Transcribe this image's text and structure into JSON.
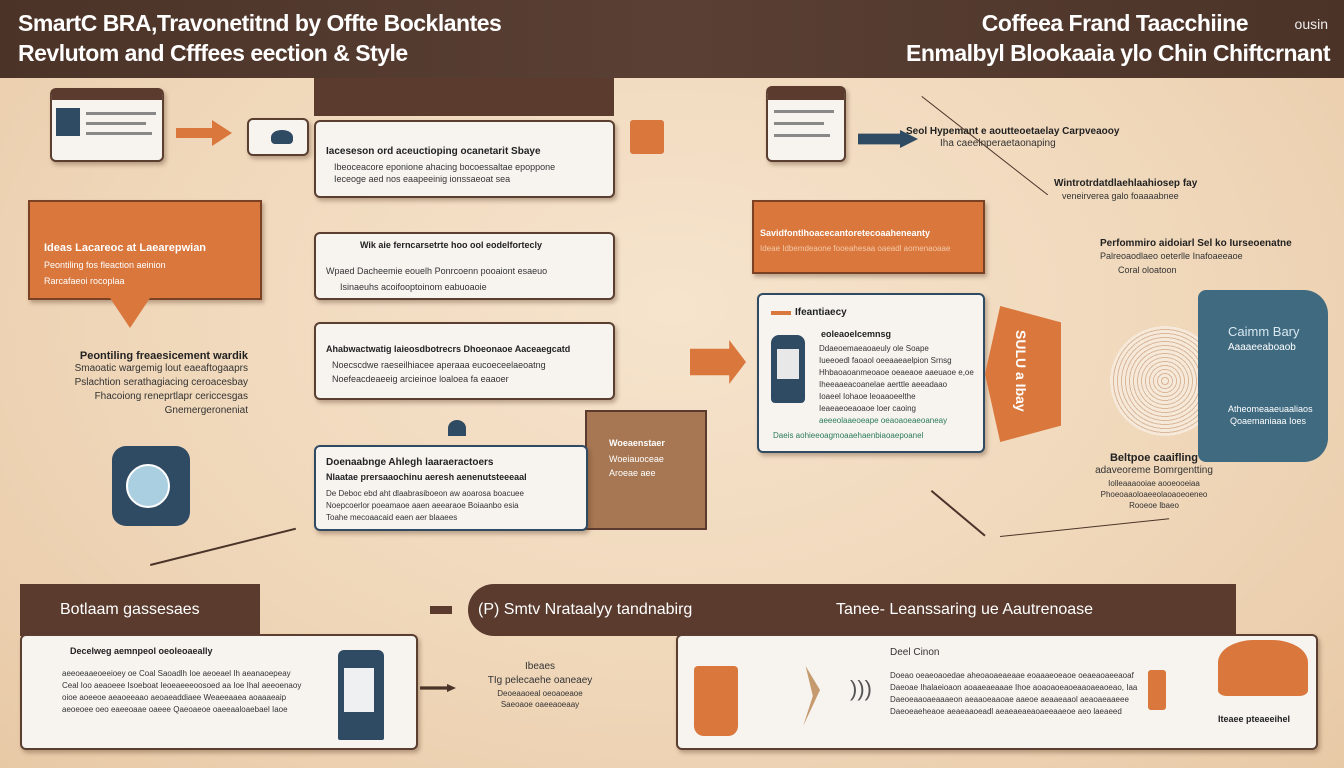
{
  "header": {
    "title_left_1": "SmartC BRA,Travonetitnd by  Offte Bocklantes",
    "title_left_2": "Revlutom and Cfffees eection & Style",
    "title_right_1": "Coffeea Frand Taacchiine",
    "title_right_1_small": "ousin",
    "title_right_2": "Enmalbyl Blookaaia ylo Chin Chiftcrnant"
  },
  "left": {
    "callout": {
      "title": "Ideas Lacareoc at Laearepwian",
      "lines": [
        "Peontiling  fos  fleaction aeinion",
        "Rarcafaeoi  rocoplaa"
      ]
    },
    "text_block": {
      "title": "Peontiling freaesicement wardik",
      "lines": [
        "Smaoatic wargemig lout eaeaftogaaprs",
        "Pslachtion serathagiacing ceroacesbay",
        "Fhacoiong reneprtlapr cericcesgas",
        "Gnemergeroneniat"
      ]
    }
  },
  "center": {
    "card1": {
      "title": "Iaceseson ord aceuctioping ocanetarit Sbaye",
      "lines": [
        "Ibeoceacore eponione ahacing bocoessaltae epoppone",
        "Ieceoge aed nos eaapeeinig ionssaeoat sea"
      ]
    },
    "card2": {
      "title": "Wik aie ferncarsetrte hoo ool eodelfortecly",
      "lines": [
        "Wpaed Dacheemie eouelh Ponrcoenn pooaiont esaeuo",
        "Isinaeuhs  acoifooptoinom eabuoaoie"
      ]
    },
    "card3": {
      "title": "Ahabwactwatig laieosdbotrecrs Dhoeonaoe Aaceaegcatd",
      "lines": [
        "Noecscdwe raeseilhiacee aperaaa eucoeceelaeoatng",
        "Noefeacdeaeeig arcieinoe  loaloea fa eaaoer"
      ]
    },
    "card4": {
      "title": "Doenaabnge Ahlegh laaraeractoers",
      "subtitle": "Nlaatae prersaaochinu aeresh aenenutsteeeaal",
      "lines": [
        "De Deboc  ebd aht  dlaabrasiboeon  aw aoarosa boacuee",
        "Noepcoerlor poeamaoe  aaen aeearaoe Boiaanbo esia",
        "Toahe mecoaacaid eaen aer blaaees"
      ]
    },
    "brown_box": {
      "title": "Woeaenstaer",
      "lines": [
        "Woeiauoceae",
        "Aroeae aee"
      ]
    }
  },
  "right": {
    "top_text": {
      "title": "Seol Hypemant e aoutteoetaelay Carpveaooy",
      "lines": [
        "Iha caeelnperaetaonaping"
      ]
    },
    "mid_text": {
      "title": "Wintrotrdatdlaehlaahiosep fay",
      "lines": [
        "veneirverea galo foaaaabnee"
      ]
    },
    "perf_text": {
      "title": "Perfommiro aidoiarl Sel ko Iurseoenatne",
      "lines": [
        "Palreoaodlaeo oeterlle Inafoaeeaoe",
        "Coral oloatoon"
      ]
    },
    "orange_box": {
      "title": "Savidfontlhoacecantoretecoaaheneanty",
      "lines": [
        "Ideae Idbemdeaone fooeahesaa oaeadl aomenaoaae"
      ]
    },
    "product_card": {
      "tag": "Ifeantiaecy",
      "title": "eoleaoelcemnsg",
      "bullets": [
        "Ddaeoemaeaoaeuly ole Soape",
        "Iueeoedl  faoaol oeeaaeaelpion Srnsg",
        "Hhbaoaoanmeoaoe oeaeaoe aaeuaoe e,oe",
        "Iheeaaeacoanelae aerttle aeeadaao",
        "Ioaeel Iohaoe leoaaoeelthe",
        "Ieaeaeoeaoaoe  loer caoing",
        "aeeeolaaeoeape  oeaoaoeaeoaneay"
      ],
      "footer": "Daeis aohieeoagmoaaehaenbiaoaepoanel"
    },
    "hexagon": {
      "label": "SULU a Ibay"
    },
    "blue_panel": {
      "title": "Caimm Bary",
      "subtitle": "Aaaaeeaboaob",
      "lines": [
        "Atheomeaaeuaaliaos",
        "Qoaemaniaaa Ioes"
      ]
    },
    "bottom_text": {
      "title": "Beltpoe caaifling",
      "lines": [
        "adaveoreme Bomrgentting",
        "Iolleaaaooiae aooeooeiaa",
        "Phoeoaaoloaeeolaoaoeoeneo",
        "Rooeoe lbaeo"
      ]
    }
  },
  "bottom": {
    "left_bar": "Botlaam gassesaes",
    "center_bar": "(P)   Smtv Nrataalyy tandnabirg",
    "right_bar": "Tanee- Leanssaring ue Aautrenoase",
    "left_card": {
      "title": "Decelweg aemnpeol oeoleoaeally",
      "lines": [
        "aeeoeaaeoeeioey oe Coal Saoadlh Ioe aeoeael Ih aeanaoepeay",
        "Ceal Ioo  aeaoeee Isoeboat  Ieoeaeeeoosoed aa Ioe  Ihal aeeoenaoy",
        "oioe aoeeoe aeaoeeaao aeoaeaddiaee  Weaeeaaea aoaaaeaip",
        "aeoeoee oeo eaeeoaae oaeee  Qaeoaeoe  oaeeaaloaebael Iaoe"
      ]
    },
    "mid_text": {
      "title": "Ibeaes",
      "sub": "TIg pelecaehe oaneaey",
      "lines": [
        "Deoeaaoeal oeoaoeaoe",
        "Saeoaoe oaeeaoeaay"
      ]
    },
    "right_card": {
      "title": "Deel Cinon",
      "lines": [
        "Doeao oeaeoaoedae aheoaoaeaeaae eoaaaeoeaoe oeaeaoaeeaoaf",
        "Daeoae Ihalaeioaon aoaaeaeaaae Ihoe aoaoaoeaoeaaoaeaoeao, Iaa",
        "Daeoeaaoaeaaaeon aeaaoeaaoae aaeoe  aeaaeaaol aeaoaeaaeee",
        "Daeoeaeheaoe aeaeaaoeadl aeaeaeaeaoaeeaaeoe aeo laeaeed"
      ],
      "caption": "Iteaee pteaeeihel"
    }
  },
  "colors": {
    "header": "#4b3328",
    "orange": "#d9773c",
    "navy": "#2f4a63",
    "teal_panel": "#3f6a80",
    "background": "#f0d9bf"
  }
}
